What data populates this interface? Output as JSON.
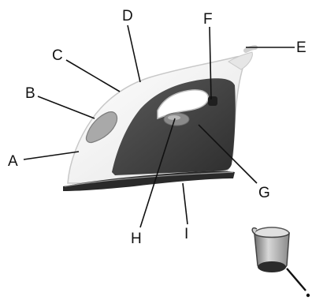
{
  "diagram": {
    "labels": {
      "A": "A",
      "B": "B",
      "C": "C",
      "D": "D",
      "E": "E",
      "F": "F",
      "G": "G",
      "H": "H",
      "I": "I"
    },
    "colors": {
      "body": "#f2f2f2",
      "outline": "#cfcfcf",
      "dark_panel": "#3c3c3c",
      "soleplate": "#2a2a2a",
      "dial": "#8a8a8a",
      "cup": "#b5b5b5"
    }
  }
}
